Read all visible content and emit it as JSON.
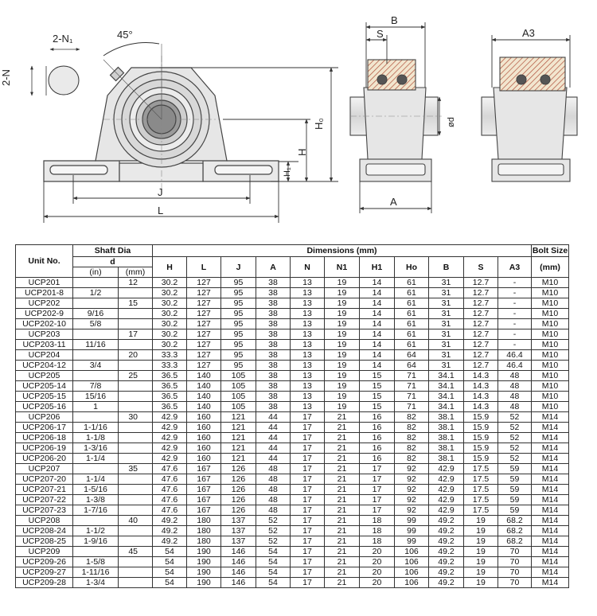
{
  "drawing": {
    "labels": {
      "two_n": "2-N",
      "two_n1": "2-N₁",
      "angle": "45°",
      "h0": "H₀",
      "h": "H",
      "h1": "H₁",
      "j": "J",
      "l": "L",
      "b": "B",
      "s": "S",
      "phi_d": "ød",
      "a": "A",
      "a3": "A3"
    }
  },
  "table": {
    "header": {
      "unit_no": "Unit No.",
      "shaft_dia": "Shaft Dia",
      "d": "d",
      "in": "(in)",
      "mm": "(mm)",
      "dimensions": "Dimensions (mm)",
      "bolt_size": "Bolt Size",
      "bolt_mm": "(mm)",
      "cols": [
        "H",
        "L",
        "J",
        "A",
        "N",
        "N1",
        "H1",
        "Ho",
        "B",
        "S",
        "A3"
      ]
    },
    "rows": [
      [
        "UCP201",
        "",
        "12",
        "30.2",
        "127",
        "95",
        "38",
        "13",
        "19",
        "14",
        "61",
        "31",
        "12.7",
        "-",
        "M10"
      ],
      [
        "UCP201-8",
        "1/2",
        "",
        "30.2",
        "127",
        "95",
        "38",
        "13",
        "19",
        "14",
        "61",
        "31",
        "12.7",
        "-",
        "M10"
      ],
      [
        "UCP202",
        "",
        "15",
        "30.2",
        "127",
        "95",
        "38",
        "13",
        "19",
        "14",
        "61",
        "31",
        "12.7",
        "-",
        "M10"
      ],
      [
        "UCP202-9",
        "9/16",
        "",
        "30.2",
        "127",
        "95",
        "38",
        "13",
        "19",
        "14",
        "61",
        "31",
        "12.7",
        "-",
        "M10"
      ],
      [
        "UCP202-10",
        "5/8",
        "",
        "30.2",
        "127",
        "95",
        "38",
        "13",
        "19",
        "14",
        "61",
        "31",
        "12.7",
        "-",
        "M10"
      ],
      [
        "UCP203",
        "",
        "17",
        "30.2",
        "127",
        "95",
        "38",
        "13",
        "19",
        "14",
        "61",
        "31",
        "12.7",
        "-",
        "M10"
      ],
      [
        "UCP203-11",
        "11/16",
        "",
        "30.2",
        "127",
        "95",
        "38",
        "13",
        "19",
        "14",
        "61",
        "31",
        "12.7",
        "-",
        "M10"
      ],
      [
        "UCP204",
        "",
        "20",
        "33.3",
        "127",
        "95",
        "38",
        "13",
        "19",
        "14",
        "64",
        "31",
        "12.7",
        "46.4",
        "M10"
      ],
      [
        "UCP204-12",
        "3/4",
        "",
        "33.3",
        "127",
        "95",
        "38",
        "13",
        "19",
        "14",
        "64",
        "31",
        "12.7",
        "46.4",
        "M10"
      ],
      [
        "UCP205",
        "",
        "25",
        "36.5",
        "140",
        "105",
        "38",
        "13",
        "19",
        "15",
        "71",
        "34.1",
        "14.3",
        "48",
        "M10"
      ],
      [
        "UCP205-14",
        "7/8",
        "",
        "36.5",
        "140",
        "105",
        "38",
        "13",
        "19",
        "15",
        "71",
        "34.1",
        "14.3",
        "48",
        "M10"
      ],
      [
        "UCP205-15",
        "15/16",
        "",
        "36.5",
        "140",
        "105",
        "38",
        "13",
        "19",
        "15",
        "71",
        "34.1",
        "14.3",
        "48",
        "M10"
      ],
      [
        "UCP205-16",
        "1",
        "",
        "36.5",
        "140",
        "105",
        "38",
        "13",
        "19",
        "15",
        "71",
        "34.1",
        "14.3",
        "48",
        "M10"
      ],
      [
        "UCP206",
        "",
        "30",
        "42.9",
        "160",
        "121",
        "44",
        "17",
        "21",
        "16",
        "82",
        "38.1",
        "15.9",
        "52",
        "M14"
      ],
      [
        "UCP206-17",
        "1-1/16",
        "",
        "42.9",
        "160",
        "121",
        "44",
        "17",
        "21",
        "16",
        "82",
        "38.1",
        "15.9",
        "52",
        "M14"
      ],
      [
        "UCP206-18",
        "1-1/8",
        "",
        "42.9",
        "160",
        "121",
        "44",
        "17",
        "21",
        "16",
        "82",
        "38.1",
        "15.9",
        "52",
        "M14"
      ],
      [
        "UCP206-19",
        "1-3/16",
        "",
        "42.9",
        "160",
        "121",
        "44",
        "17",
        "21",
        "16",
        "82",
        "38.1",
        "15.9",
        "52",
        "M14"
      ],
      [
        "UCP206-20",
        "1-1/4",
        "",
        "42.9",
        "160",
        "121",
        "44",
        "17",
        "21",
        "16",
        "82",
        "38.1",
        "15.9",
        "52",
        "M14"
      ],
      [
        "UCP207",
        "",
        "35",
        "47.6",
        "167",
        "126",
        "48",
        "17",
        "21",
        "17",
        "92",
        "42.9",
        "17.5",
        "59",
        "M14"
      ],
      [
        "UCP207-20",
        "1-1/4",
        "",
        "47.6",
        "167",
        "126",
        "48",
        "17",
        "21",
        "17",
        "92",
        "42.9",
        "17.5",
        "59",
        "M14"
      ],
      [
        "UCP207-21",
        "1-5/16",
        "",
        "47.6",
        "167",
        "126",
        "48",
        "17",
        "21",
        "17",
        "92",
        "42.9",
        "17.5",
        "59",
        "M14"
      ],
      [
        "UCP207-22",
        "1-3/8",
        "",
        "47.6",
        "167",
        "126",
        "48",
        "17",
        "21",
        "17",
        "92",
        "42.9",
        "17.5",
        "59",
        "M14"
      ],
      [
        "UCP207-23",
        "1-7/16",
        "",
        "47.6",
        "167",
        "126",
        "48",
        "17",
        "21",
        "17",
        "92",
        "42.9",
        "17.5",
        "59",
        "M14"
      ],
      [
        "UCP208",
        "",
        "40",
        "49.2",
        "180",
        "137",
        "52",
        "17",
        "21",
        "18",
        "99",
        "49.2",
        "19",
        "68.2",
        "M14"
      ],
      [
        "UCP208-24",
        "1-1/2",
        "",
        "49.2",
        "180",
        "137",
        "52",
        "17",
        "21",
        "18",
        "99",
        "49.2",
        "19",
        "68.2",
        "M14"
      ],
      [
        "UCP208-25",
        "1-9/16",
        "",
        "49.2",
        "180",
        "137",
        "52",
        "17",
        "21",
        "18",
        "99",
        "49.2",
        "19",
        "68.2",
        "M14"
      ],
      [
        "UCP209",
        "",
        "45",
        "54",
        "190",
        "146",
        "54",
        "17",
        "21",
        "20",
        "106",
        "49.2",
        "19",
        "70",
        "M14"
      ],
      [
        "UCP209-26",
        "1-5/8",
        "",
        "54",
        "190",
        "146",
        "54",
        "17",
        "21",
        "20",
        "106",
        "49.2",
        "19",
        "70",
        "M14"
      ],
      [
        "UCP209-27",
        "1-11/16",
        "",
        "54",
        "190",
        "146",
        "54",
        "17",
        "21",
        "20",
        "106",
        "49.2",
        "19",
        "70",
        "M14"
      ],
      [
        "UCP209-28",
        "1-3/4",
        "",
        "54",
        "190",
        "146",
        "54",
        "17",
        "21",
        "20",
        "106",
        "49.2",
        "19",
        "70",
        "M14"
      ]
    ]
  }
}
